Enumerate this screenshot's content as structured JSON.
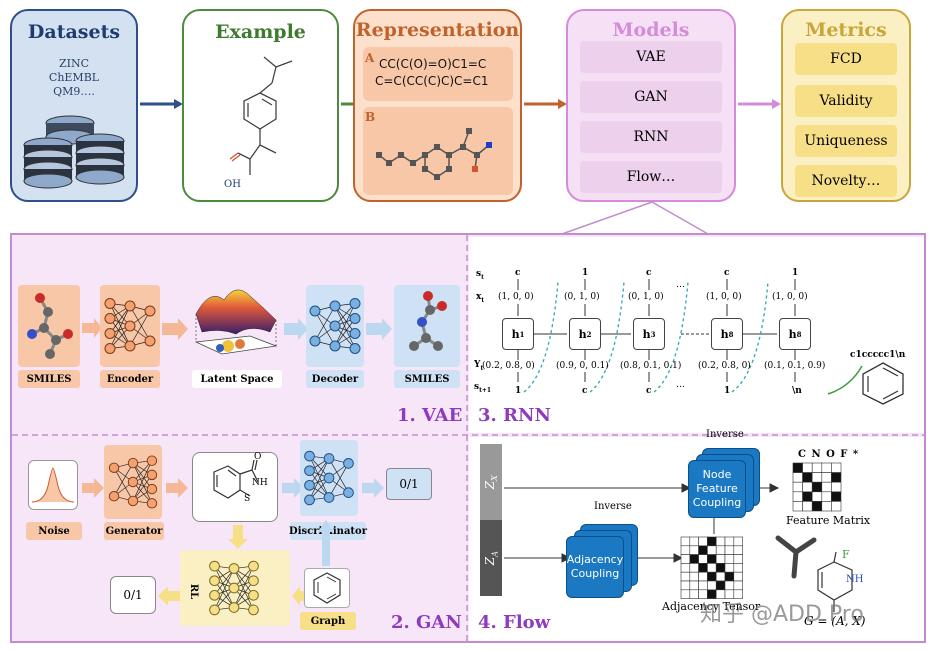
{
  "top": {
    "datasets": {
      "title": "Datasets",
      "items": [
        "ZINC",
        "ChEMBL",
        "QM9…."
      ]
    },
    "example": {
      "title": "Example",
      "oh_label": "OH"
    },
    "representation": {
      "title": "Representation",
      "a_label": "A",
      "b_label": "B",
      "smiles_line1": "CC(C(O)=O)C1=C",
      "smiles_line2": "C=C(CC(C)C)C=C1"
    },
    "models": {
      "title": "Models",
      "items": [
        "VAE",
        "GAN",
        "RNN",
        "Flow…"
      ]
    },
    "metrics": {
      "title": "Metrics",
      "items": [
        "FCD",
        "Validity",
        "Uniqueness",
        "Novelty…"
      ]
    }
  },
  "vae": {
    "labels": [
      "SMILES",
      "Encoder",
      "Latent Space",
      "Decoder",
      "SMILES"
    ],
    "section": "1. VAE"
  },
  "rnn": {
    "section": "3. RNN",
    "row_labels": {
      "s": "s",
      "x": "x",
      "y": "Y",
      "s_next": "s"
    },
    "s_tokens": [
      "c",
      "1",
      "c",
      "c",
      "1"
    ],
    "x_vectors": [
      "(1,  0,  0)",
      "(0,  1,  0)",
      "(0,  1,  0)",
      "(1,  0,  0)",
      "(1,  0,  0)"
    ],
    "hidden": [
      "h",
      "h",
      "h",
      "h",
      "h"
    ],
    "hidden_sub": [
      "1",
      "2",
      "3",
      "8",
      "8"
    ],
    "y_vectors": [
      "(0.2,  0.8,  0)",
      "(0.9,  0,  0.1)",
      "(0.8,  0.1,  0.1)",
      "(0.2,  0.8,  0)",
      "(0.1,  0.1,  0.9)"
    ],
    "next_tokens": [
      "1",
      "c",
      "c",
      "1",
      "\\n"
    ],
    "ellipsis": "…",
    "output_smiles": "c1ccccc1\\n"
  },
  "gan": {
    "section": "2. GAN",
    "noise": "Noise",
    "generator": "Generator",
    "discriminator": "Discriminator",
    "graph": "Graph",
    "output_top": "0/1",
    "output_bottom": "0/1",
    "rl": "RL",
    "nh": "NH",
    "s_atom": "S",
    "o_atom": "O"
  },
  "flow": {
    "section": "4. Flow",
    "zx": "Z",
    "zx_sub": "X",
    "za": "Z",
    "za_sub": "A",
    "inverse_top": "Inverse",
    "inverse_bottom": "Inverse",
    "node_coupling": "Node Feature Coupling",
    "adjacency_coupling": "Adjacency Coupling",
    "atom_header": "C N O F *",
    "feature_matrix": "Feature Matrix",
    "adjacency_tensor": "Adjacency Tensor",
    "graph_formula": "G = (A, X)",
    "f_atom": "F",
    "nh_atom": "NH",
    "watermark": "知乎 @ADD Pro"
  },
  "colors": {
    "datasets_bg": "#d4e1f1",
    "datasets_border": "#2e4f8a",
    "example_border": "#4e8a3e",
    "rep_bg": "#fce0cc",
    "rep_border": "#c0622c",
    "models_bg": "#f6e0f6",
    "models_border": "#d48bd8",
    "metrics_bg": "#fbf0c4",
    "metrics_border": "#c8a63a",
    "purple": "#8e3bbf"
  }
}
